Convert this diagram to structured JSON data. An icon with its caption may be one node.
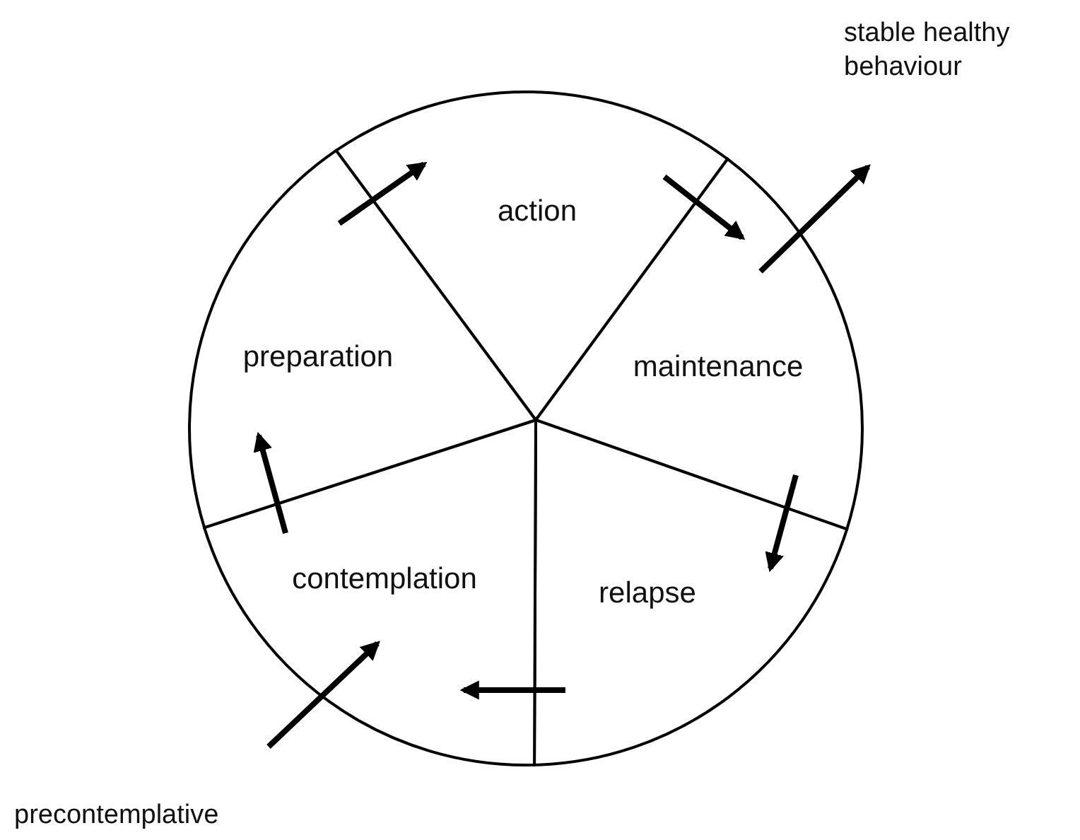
{
  "diagram": {
    "nodes": [
      {
        "text": [
          "action"
        ]
      },
      {
        "text": [
          "maintenance"
        ]
      },
      {
        "text": [
          "relapse"
        ]
      },
      {
        "text": [
          "contemplation"
        ]
      },
      {
        "text": [
          "preparation"
        ]
      },
      {
        "text": [
          "stable healthy behaviour"
        ]
      },
      {
        "text": [
          "precontemplative"
        ]
      }
    ],
    "edges": [
      {
        "from": 4,
        "to": 0,
        "arrow": "to"
      },
      {
        "from": 0,
        "to": 1,
        "arrow": "to"
      },
      {
        "from": 1,
        "to": 2,
        "arrow": "to"
      },
      {
        "from": 2,
        "to": 3,
        "arrow": "to"
      },
      {
        "from": 3,
        "to": 4,
        "arrow": "to"
      },
      {
        "from": 6,
        "to": 3,
        "arrow": "to"
      },
      {
        "from": 1,
        "to": 5,
        "arrow": "to"
      }
    ]
  }
}
